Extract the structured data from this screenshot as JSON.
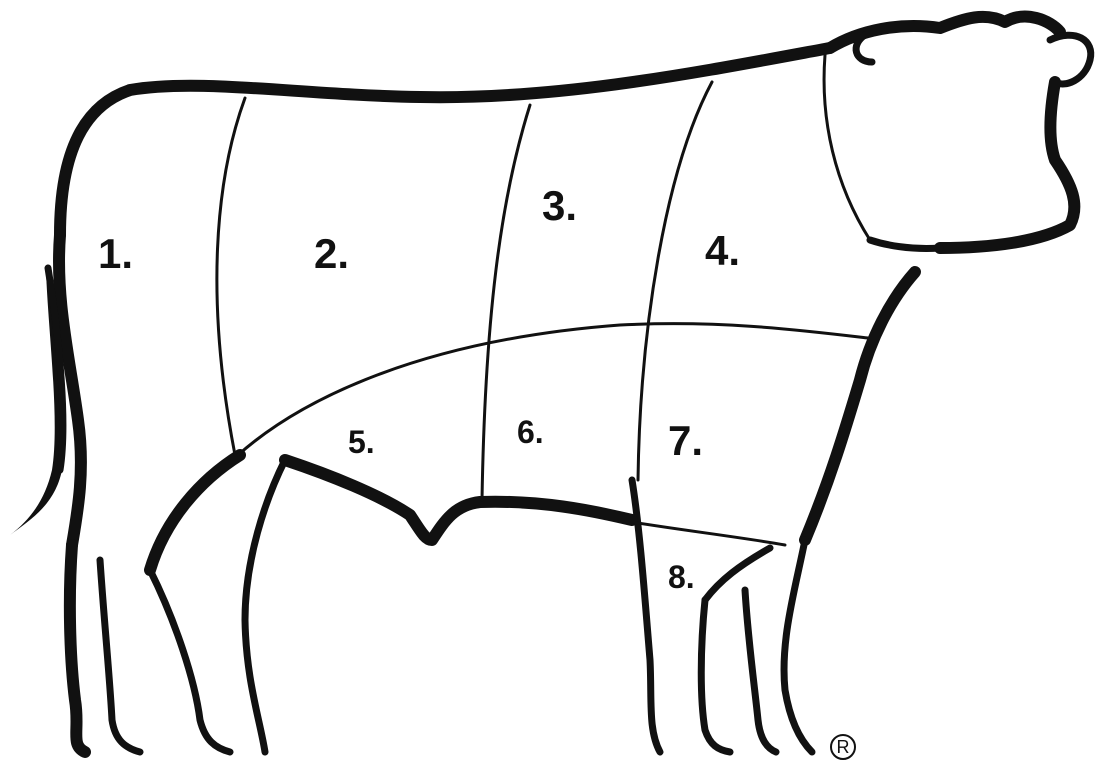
{
  "cuts": [
    {
      "id": "1",
      "label": "1."
    },
    {
      "id": "2",
      "label": "2."
    },
    {
      "id": "3",
      "label": "3."
    },
    {
      "id": "4",
      "label": "4."
    },
    {
      "id": "5",
      "label": "5."
    },
    {
      "id": "6",
      "label": "6."
    },
    {
      "id": "7",
      "label": "7."
    },
    {
      "id": "8",
      "label": "8."
    }
  ],
  "registered_mark": "R",
  "colors": {
    "outline": "#111111",
    "background": "#ffffff"
  }
}
